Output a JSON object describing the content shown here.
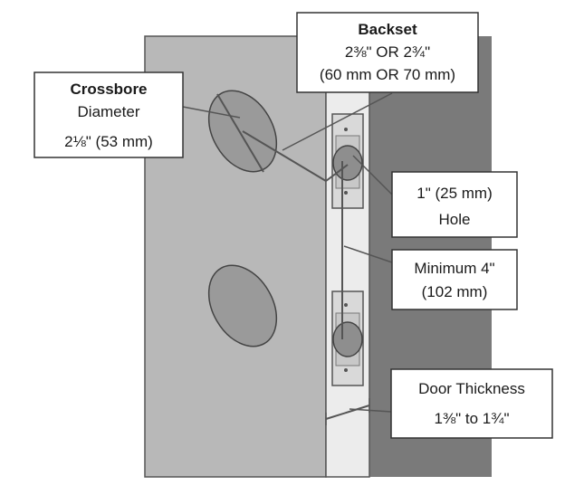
{
  "callouts": {
    "backset": {
      "title": "Backset",
      "line1": "2⅜\" OR 2¾\"",
      "line2": "(60 mm OR 70 mm)"
    },
    "crossbore": {
      "title": "Crossbore",
      "line1": "Diameter",
      "line2": "2⅛\" (53 mm)"
    },
    "hole": {
      "line1": "1\" (25 mm)",
      "line2": "Hole"
    },
    "minimum": {
      "line1": "Minimum 4\"",
      "line2": "(102 mm)"
    },
    "thickness": {
      "line1": "Door Thickness",
      "line2": "1⅜\" to 1¾\""
    }
  },
  "colors": {
    "door_face": "#b8b8b8",
    "door_edge": "#e6e6e6",
    "frame": "#7a7a7a",
    "bore": "#9a9a9a",
    "outline": "#4a4a4a"
  }
}
